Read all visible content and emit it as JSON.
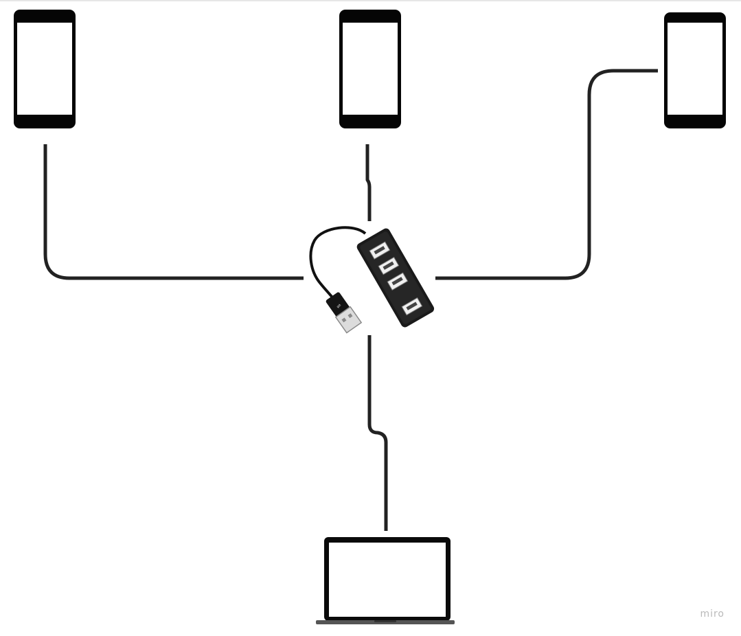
{
  "diagram": {
    "nodes": [
      {
        "id": "phone-1",
        "kind": "smartphone"
      },
      {
        "id": "phone-2",
        "kind": "smartphone"
      },
      {
        "id": "phone-3",
        "kind": "smartphone"
      },
      {
        "id": "usb-hub",
        "kind": "usb-hub",
        "ports": 4
      },
      {
        "id": "laptop",
        "kind": "laptop"
      }
    ],
    "edges": [
      {
        "from": "phone-1",
        "to": "usb-hub"
      },
      {
        "from": "phone-2",
        "to": "usb-hub"
      },
      {
        "from": "phone-3",
        "to": "usb-hub"
      },
      {
        "from": "laptop",
        "to": "usb-hub"
      }
    ],
    "colors": {
      "cable": "#222222",
      "device": "#050505",
      "hub": "#1a1a1a",
      "laptop_base": "#555555"
    }
  },
  "watermark": {
    "text": "miro"
  }
}
